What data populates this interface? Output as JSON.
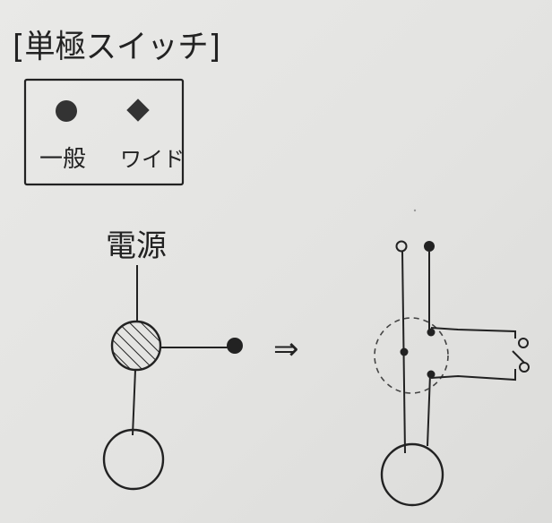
{
  "title": "[単極スイッチ]",
  "legend": {
    "items": [
      {
        "label": "一般"
      },
      {
        "label": "ワイド"
      }
    ]
  },
  "diagram": {
    "power_label": "電源",
    "arrow": "⇒"
  },
  "colors": {
    "ink": "#222222",
    "paper": "#e6e6e4"
  }
}
